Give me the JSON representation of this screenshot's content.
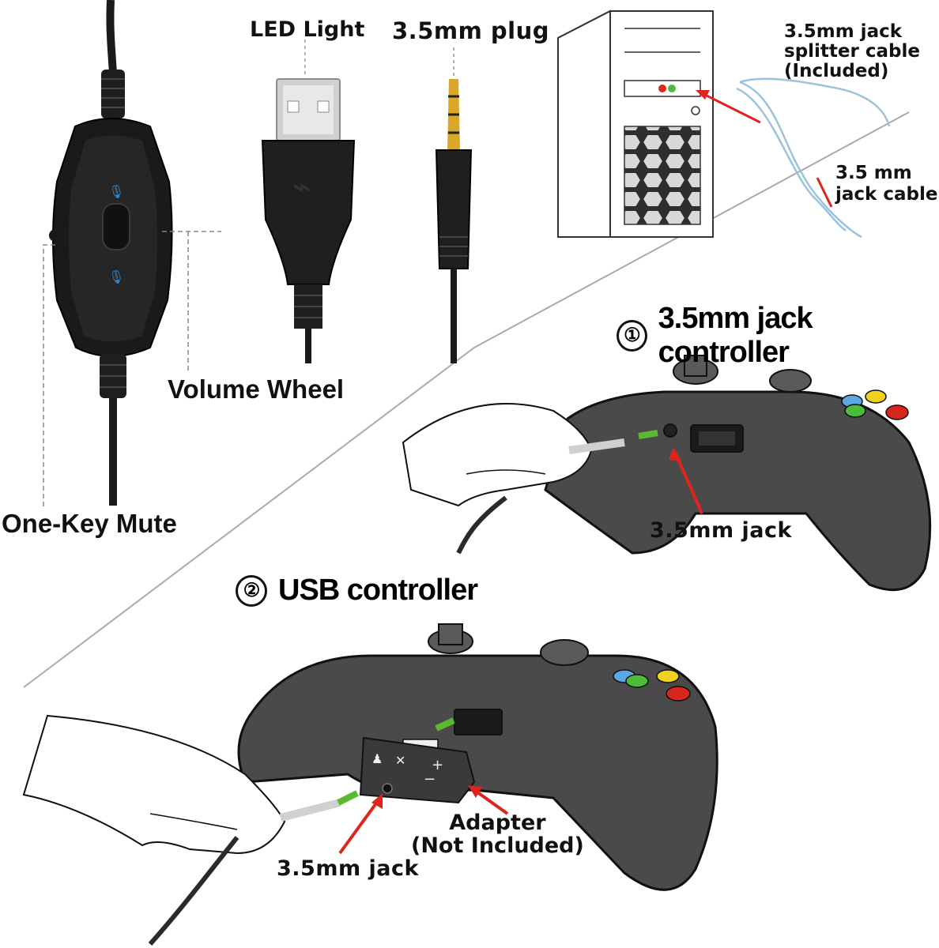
{
  "labels": {
    "led_light": "LED Light",
    "plug_35": "3.5mm plug",
    "splitter": "3.5mm jack\nsplitter cable\n(Included)",
    "jack_cable": "3.5 mm\njack cable",
    "volume_wheel": "Volume Wheel",
    "one_key_mute": "One-Key Mute",
    "jack_controller_1": "3.5mm jack",
    "jack_controller_2": "3.5mm jack",
    "adapter": "Adapter\n(Not Included)"
  },
  "sections": [
    {
      "number": "①",
      "title": "3.5mm jack controller"
    },
    {
      "number": "②",
      "title": "USB controller"
    }
  ],
  "colors": {
    "arrow_red": "#e0241c",
    "arrow_green": "#5cb82e",
    "controller": "#4a4a4a",
    "cable": "#1a1a1a",
    "button_blue": "#5aa8e6",
    "button_green": "#4cbd3a",
    "button_yellow": "#f1d21f",
    "button_red": "#d9261c",
    "led_blue": "#2f8bd6",
    "splitter_cable": "#9cc3dc"
  }
}
